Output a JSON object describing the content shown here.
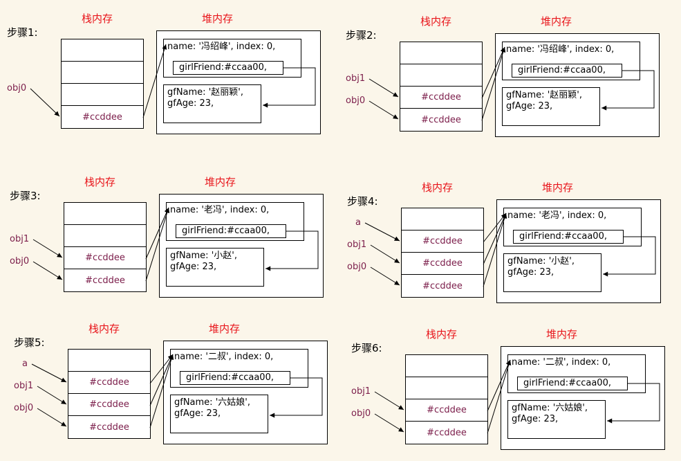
{
  "labels": {
    "stack": "栈内存",
    "heap": "堆内存",
    "addr": "#ccddee",
    "girlfriend": "girlFriend:#ccaa00,",
    "gfage": "gfAge: 23,"
  },
  "steps": [
    {
      "title": "步骤1:",
      "vars": [
        "obj0"
      ],
      "name_line": "name: '冯绍峰', index: 0,",
      "gf_line": "gfName: '赵丽颖',"
    },
    {
      "title": "步骤2:",
      "vars": [
        "obj1",
        "obj0"
      ],
      "name_line": "name: '冯绍峰', index: 0,",
      "gf_line": "gfName: '赵丽颖',"
    },
    {
      "title": "步骤3:",
      "vars": [
        "obj1",
        "obj0"
      ],
      "name_line": "name: '老冯', index: 0,",
      "gf_line": "gfName: '小赵',"
    },
    {
      "title": "步骤4:",
      "vars": [
        "a",
        "obj1",
        "obj0"
      ],
      "name_line": "name: '老冯', index: 0,",
      "gf_line": "gfName: '小赵',"
    },
    {
      "title": "步骤5:",
      "vars": [
        "a",
        "obj1",
        "obj0"
      ],
      "name_line": "name: '二叔', index: 0,",
      "gf_line": "gfName: '六姑娘',"
    },
    {
      "title": "步骤6:",
      "vars": [
        "obj1",
        "obj0"
      ],
      "name_line": "name: '二叔', index: 0,",
      "gf_line": "gfName: '六姑娘',"
    }
  ]
}
